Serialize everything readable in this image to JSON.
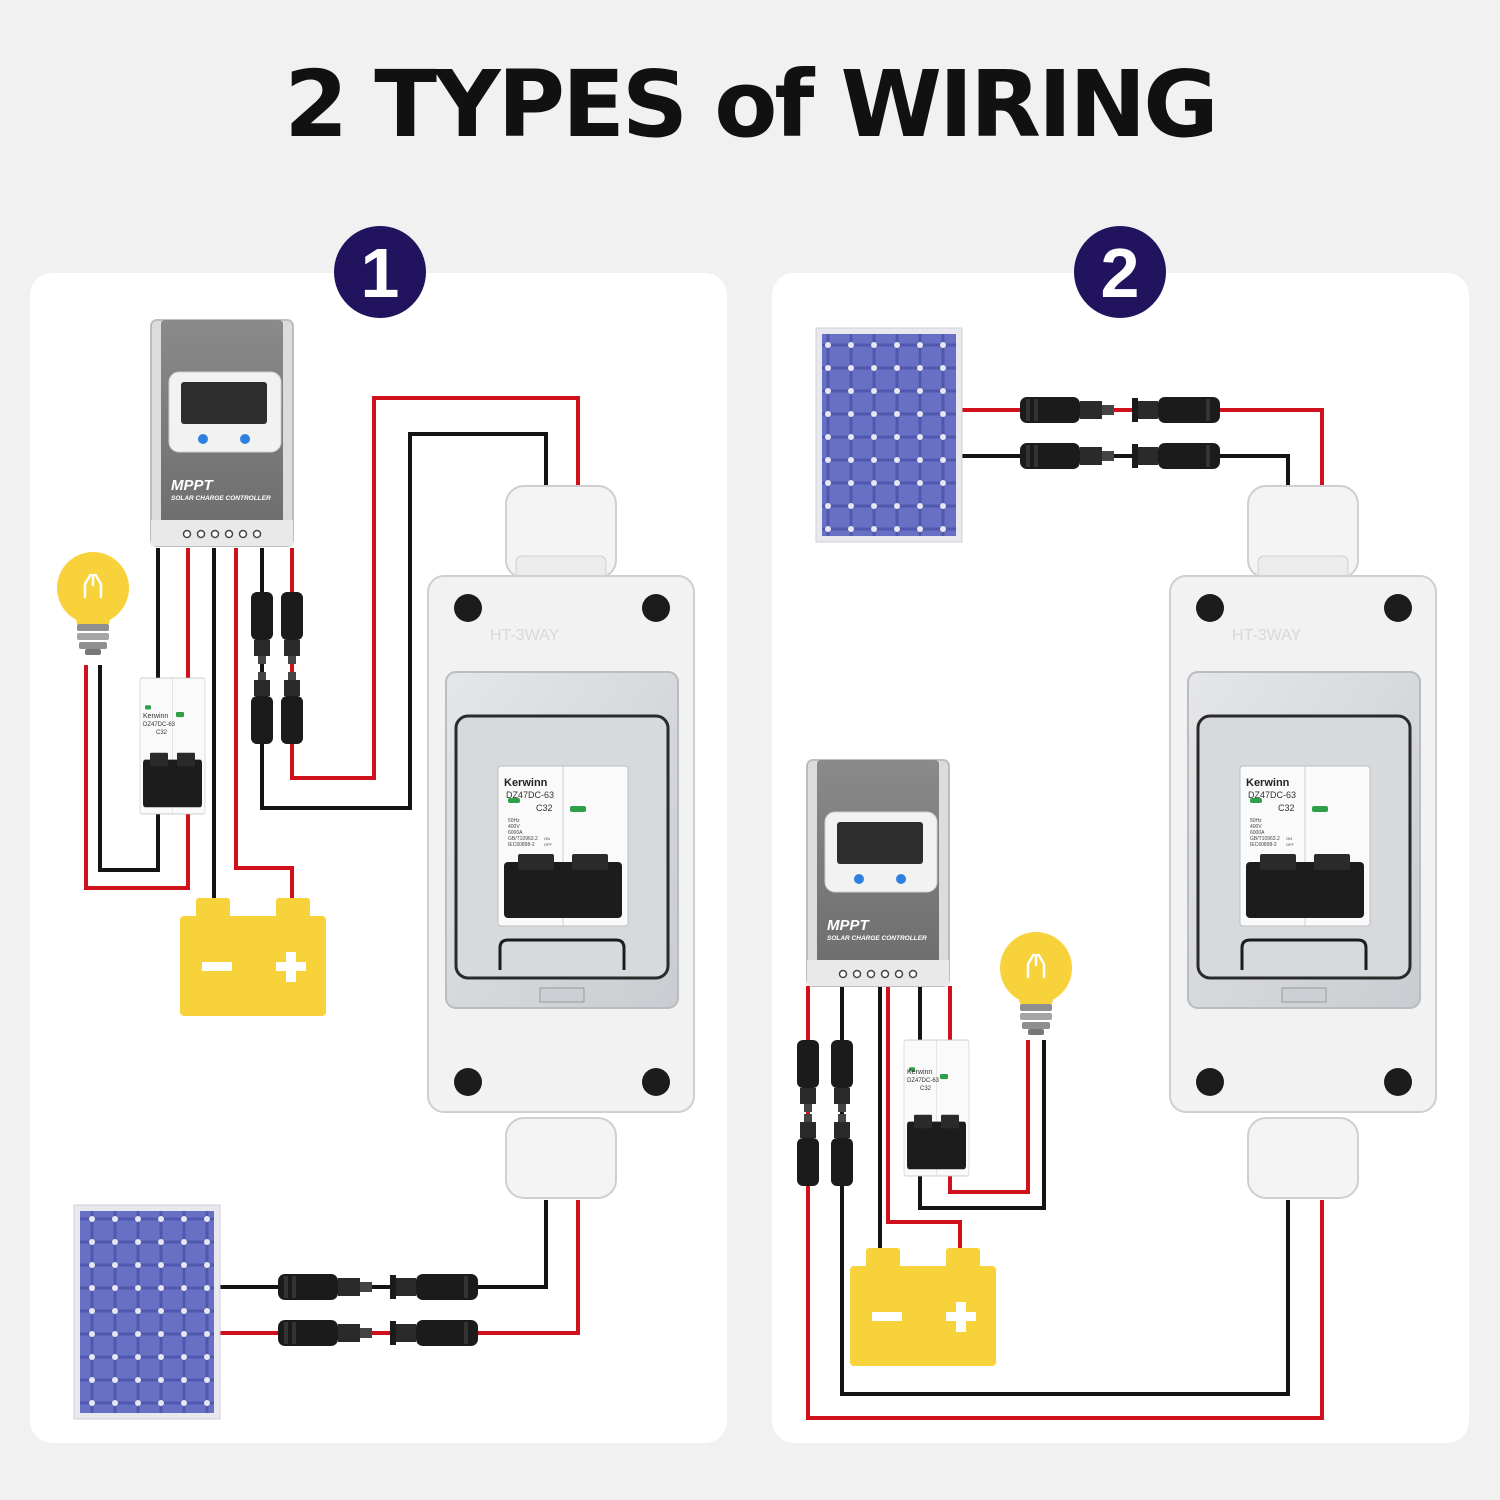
{
  "title": "2 TYPES of WIRING",
  "diagrams": [
    {
      "number": "1",
      "controller": {
        "label": "MPPT",
        "sublabel": "SOLAR CHARGE CONTROLLER"
      },
      "enclosure": {
        "model": "HT-3WAY"
      },
      "breaker": {
        "brand": "Kerwinn",
        "model": "DZ47DC-63",
        "rating": "C32",
        "specs": [
          "50Hz",
          "400V",
          "6000A",
          "GB/T10963.2",
          "IEC60898-2"
        ],
        "on_label": "ON",
        "off_label": "OFF"
      },
      "battery": {
        "minus": "−",
        "plus": "+"
      },
      "small_breaker": {
        "brand": "Kerwinn",
        "model": "DZ47DC-63",
        "rating": "C32"
      }
    },
    {
      "number": "2",
      "controller": {
        "label": "MPPT",
        "sublabel": "SOLAR CHARGE CONTROLLER"
      },
      "enclosure": {
        "model": "HT-3WAY"
      },
      "breaker": {
        "brand": "Kerwinn",
        "model": "DZ47DC-63",
        "rating": "C32",
        "specs": [
          "50Hz",
          "400V",
          "6000A",
          "GB/T10963.2",
          "IEC60898-2"
        ],
        "on_label": "ON",
        "off_label": "OFF"
      },
      "battery": {
        "minus": "−",
        "plus": "+"
      },
      "small_breaker": {
        "brand": "Kerwinn",
        "model": "DZ47DC-63",
        "rating": "C32"
      }
    }
  ],
  "colors": {
    "wire_positive": "#d0101a",
    "wire_negative": "#141414",
    "badge": "#22135e",
    "battery": "#f7d23a",
    "panel": "#5a62b8",
    "card": "#ffffff"
  }
}
